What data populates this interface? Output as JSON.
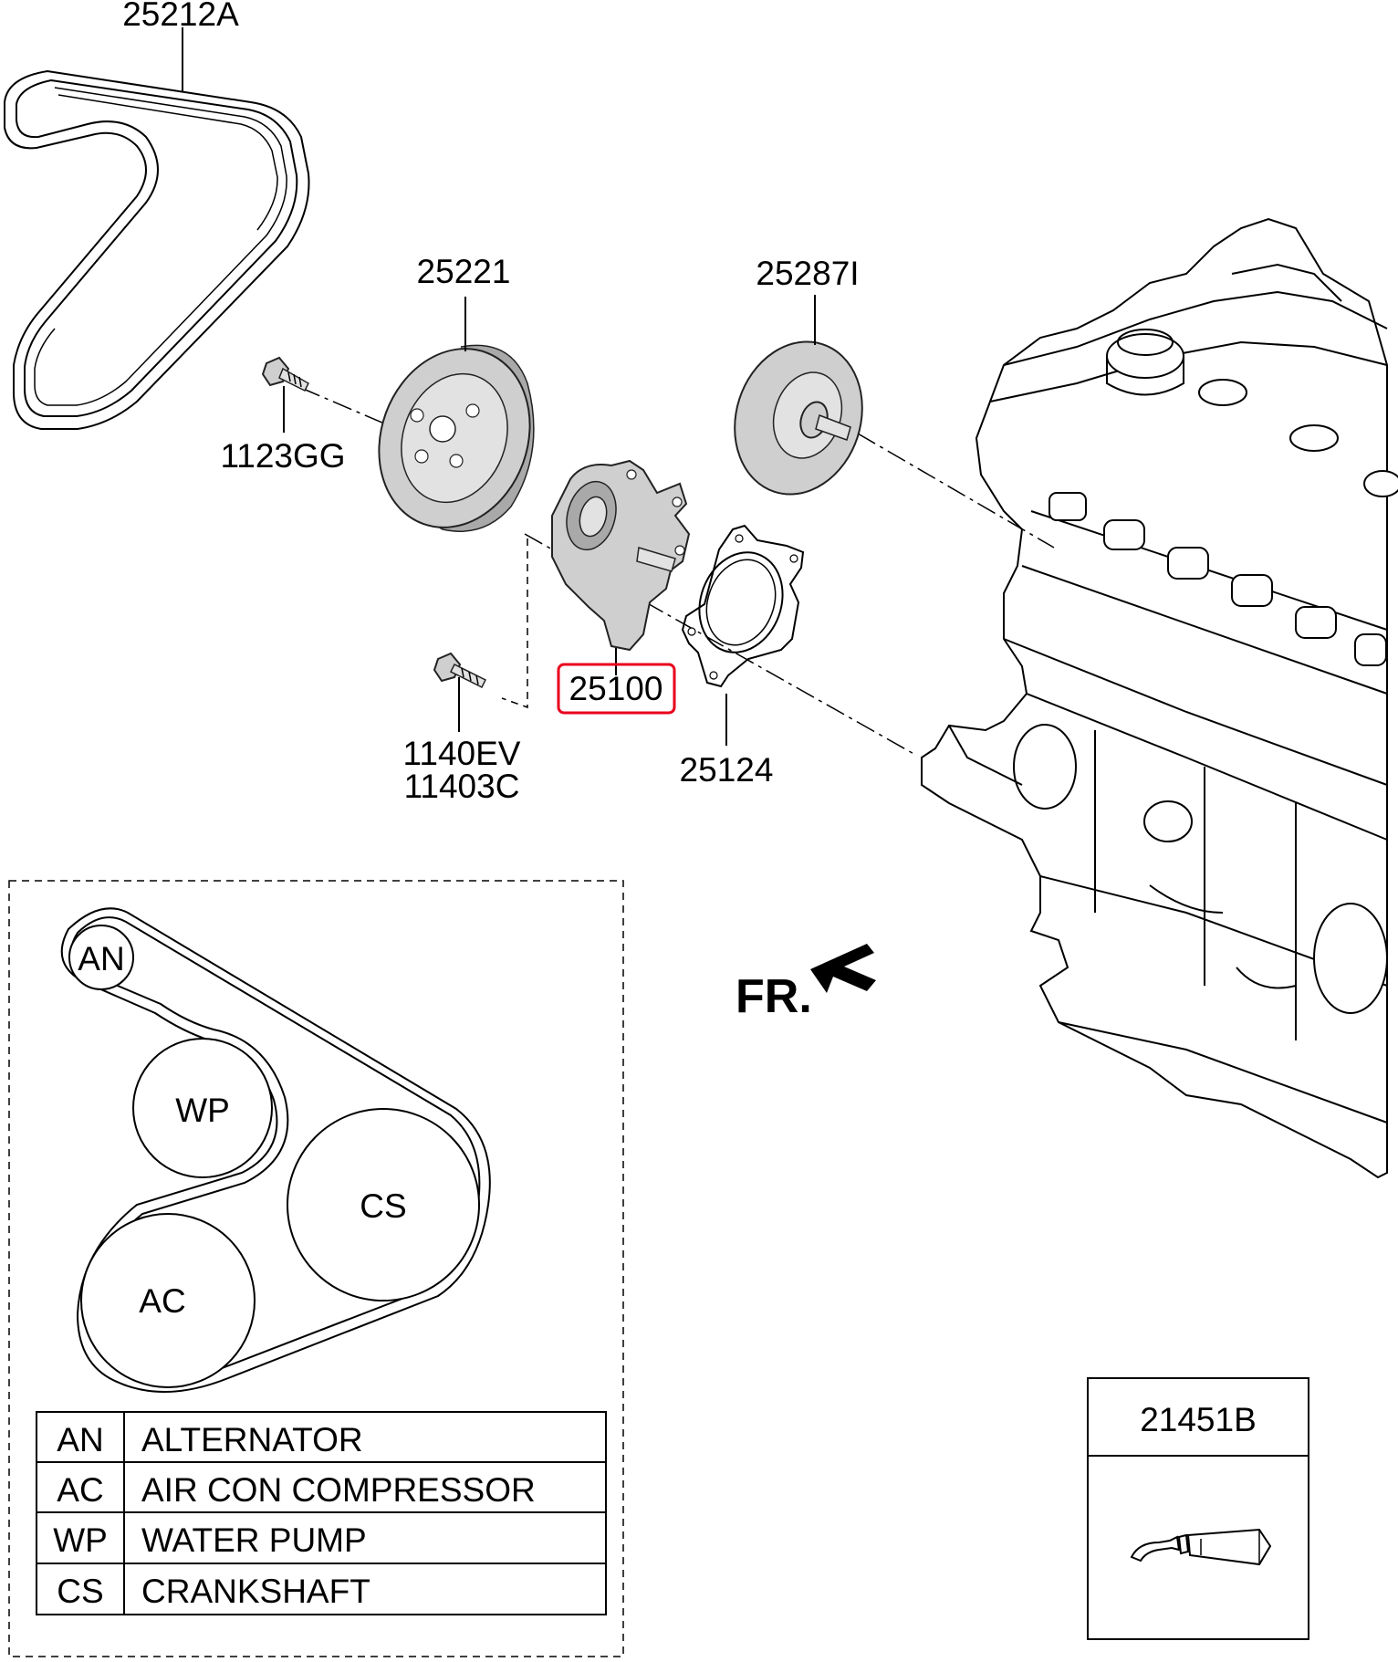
{
  "parts": {
    "belt": "25212A",
    "wp_pulley": "25221",
    "idler": "25287I",
    "pulley_bolt": "1123GG",
    "water_pump": "25100",
    "gasket": "25124",
    "pump_bolt_1": "1140EV",
    "pump_bolt_2": "11403C",
    "sealant": "21451B"
  },
  "front_indicator": "FR.",
  "highlight_color": "#e8001c",
  "belt_layout": {
    "pulleys": {
      "an": "AN",
      "wp": "WP",
      "cs": "CS",
      "ac": "AC"
    },
    "legend": [
      {
        "code": "AN",
        "name": "ALTERNATOR"
      },
      {
        "code": "AC",
        "name": "AIR CON COMPRESSOR"
      },
      {
        "code": "WP",
        "name": "WATER PUMP"
      },
      {
        "code": "CS",
        "name": "CRANKSHAFT"
      }
    ]
  }
}
